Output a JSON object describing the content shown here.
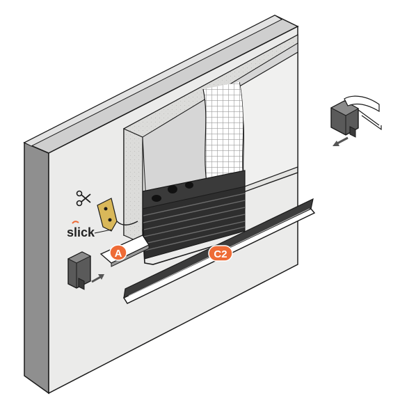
{
  "labels": {
    "part_a": "A",
    "part_c2": "C2",
    "brand": "slick"
  },
  "colors": {
    "callout": "#ee6b36",
    "outline": "#1a1a1a",
    "wall_face": "#ebebea",
    "wall_side": "#8f8f8f",
    "wall_top": "#cfcfcf",
    "insulation": "#e3e3e1",
    "plaster": "#dedede",
    "arrow": "#555555"
  },
  "icons": {
    "cutting": "scissors-icon",
    "insert_left": "arrow-right-icon",
    "insert_right": "arrow-left-icon"
  }
}
